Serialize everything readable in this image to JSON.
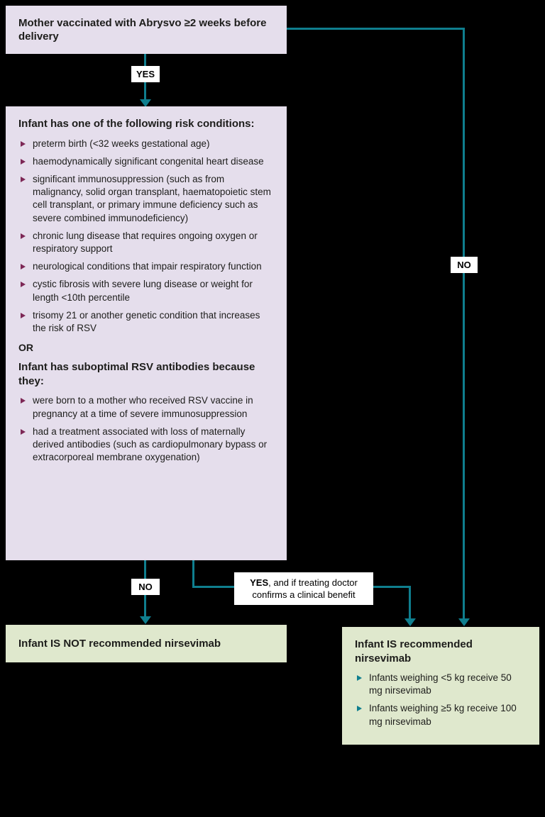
{
  "colors": {
    "background": "#000000",
    "box_lavender": "#e5deec",
    "box_green": "#dfe8cd",
    "connector_teal": "#0f7e8e",
    "bullet_purple": "#7d2856",
    "label_background": "#ffffff",
    "text": "#1d1d1b"
  },
  "start": {
    "text": "Mother vaccinated with Abrysvo ≥2 weeks before delivery"
  },
  "labels": {
    "yes": "YES",
    "no_right": "NO",
    "no_left": "NO",
    "yes_confirm_bold": "YES",
    "yes_confirm_rest": ", and if treating doctor confirms a clinical benefit"
  },
  "risk": {
    "heading_conditions": "Infant has one of the following risk conditions:",
    "condition_bullets": [
      "preterm birth (<32 weeks gestational age)",
      "haemodynamically significant congenital heart disease",
      "significant immunosuppression (such as from malignancy, solid organ transplant, haematopoietic stem cell transplant, or primary immune deficiency such as severe combined immunodeficiency)",
      "chronic lung disease that requires ongoing oxygen or respiratory support",
      "neurological conditions that impair respiratory function",
      "cystic fibrosis with severe lung disease or weight for length <10th percentile",
      "trisomy 21 or another genetic condition that increases the risk of RSV"
    ],
    "or_label": "OR",
    "heading_antibodies": "Infant has suboptimal RSV antibodies because they:",
    "antibody_bullets": [
      "were born to a mother who received RSV vaccine in pregnancy at a time of severe immunosuppression",
      "had a treatment associated with loss of maternally derived antibodies (such as cardiopulmonary bypass or extracorporeal membrane oxygenation)"
    ]
  },
  "not_recommended": {
    "text": "Infant IS NOT recommended nirsevimab"
  },
  "recommended": {
    "heading": "Infant IS recommended nirsevimab",
    "bullets": [
      "Infants weighing <5 kg receive 50 mg nirsevimab",
      "Infants weighing ≥5 kg receive 100 mg nirsevimab"
    ]
  }
}
